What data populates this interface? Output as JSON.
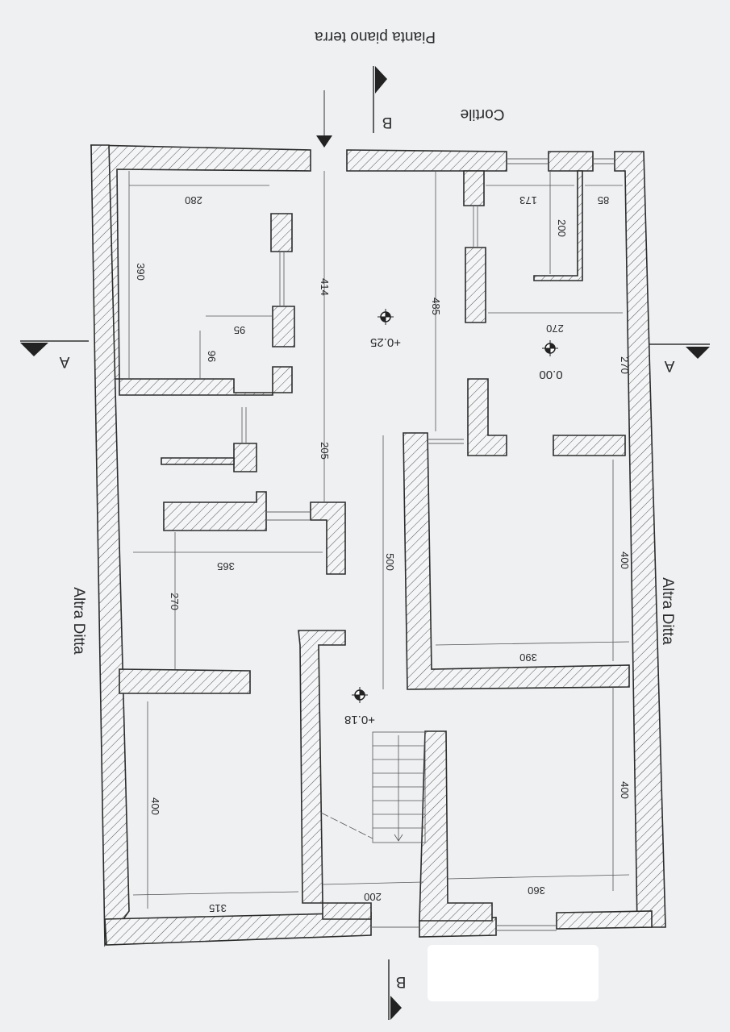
{
  "drawing": {
    "title": "Pianta piano terra",
    "labels": {
      "courtyard": "Cortile",
      "neighbor_left": "Altra Ditta",
      "neighbor_right": "Altra Ditta"
    },
    "section_markers": {
      "a_left": "A",
      "a_right": "A",
      "b_top": "B",
      "b_bottom": "B"
    },
    "levels": {
      "hall": "+0.25",
      "room_right_top": "0.00",
      "stair_hall": "+0.18"
    },
    "dimensions": {
      "room_tl_width": "280",
      "room_tl_height": "390",
      "niche_width": "95",
      "niche_height": "96",
      "hall_length": "414",
      "corridor_length": "485",
      "small_room_width": "173",
      "small_room_height": "200",
      "closet_width": "85",
      "room_right_width": "270",
      "room_right_height": "270",
      "passage_length": "205",
      "room_mid_left_width": "365",
      "room_mid_left_height": "270",
      "hall_mid_length": "500",
      "room_mid_right_height": "400",
      "room_mid_right_width": "390",
      "room_bl_height": "400",
      "room_bl_width": "315",
      "entry_width": "200",
      "room_br_height": "400",
      "room_br_width": "360"
    },
    "colors": {
      "paper": "#eef0f2",
      "line": "#2c2c2c",
      "redaction": "#ffffff"
    }
  }
}
